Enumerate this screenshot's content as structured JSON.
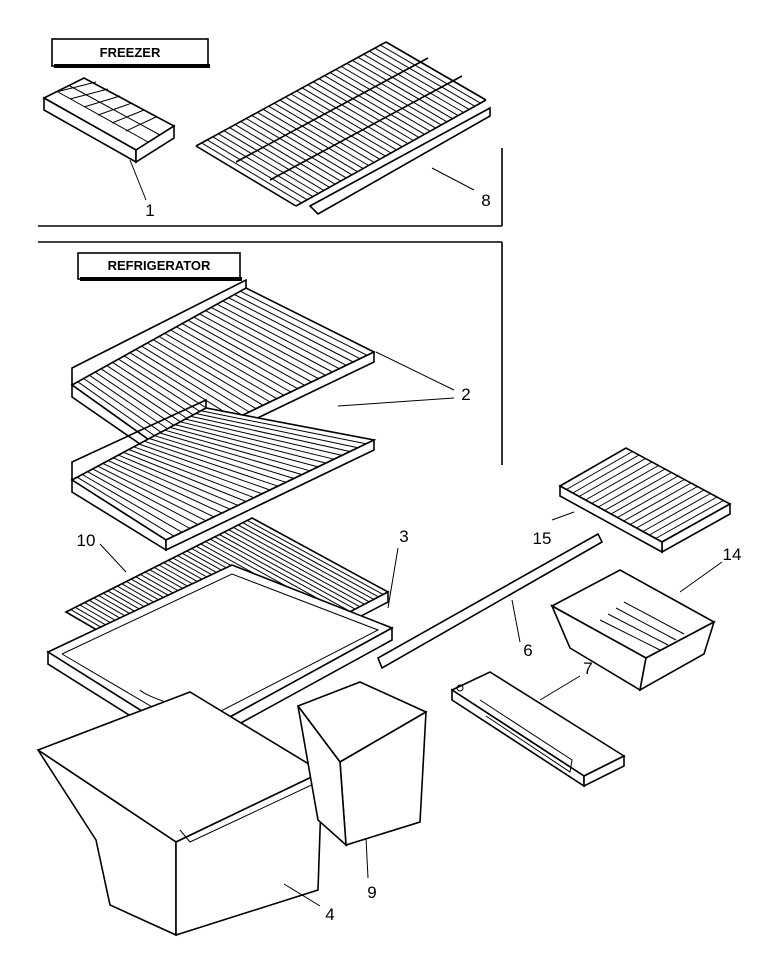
{
  "sections": {
    "freezer": "FREEZER",
    "refrigerator": "REFRIGERATOR"
  },
  "callouts": {
    "p1": "1",
    "p2": "2",
    "p3": "3",
    "p4": "4",
    "p6": "6",
    "p7": "7",
    "p8": "8",
    "p9": "9",
    "p10": "10",
    "p14": "14",
    "p15": "15"
  }
}
